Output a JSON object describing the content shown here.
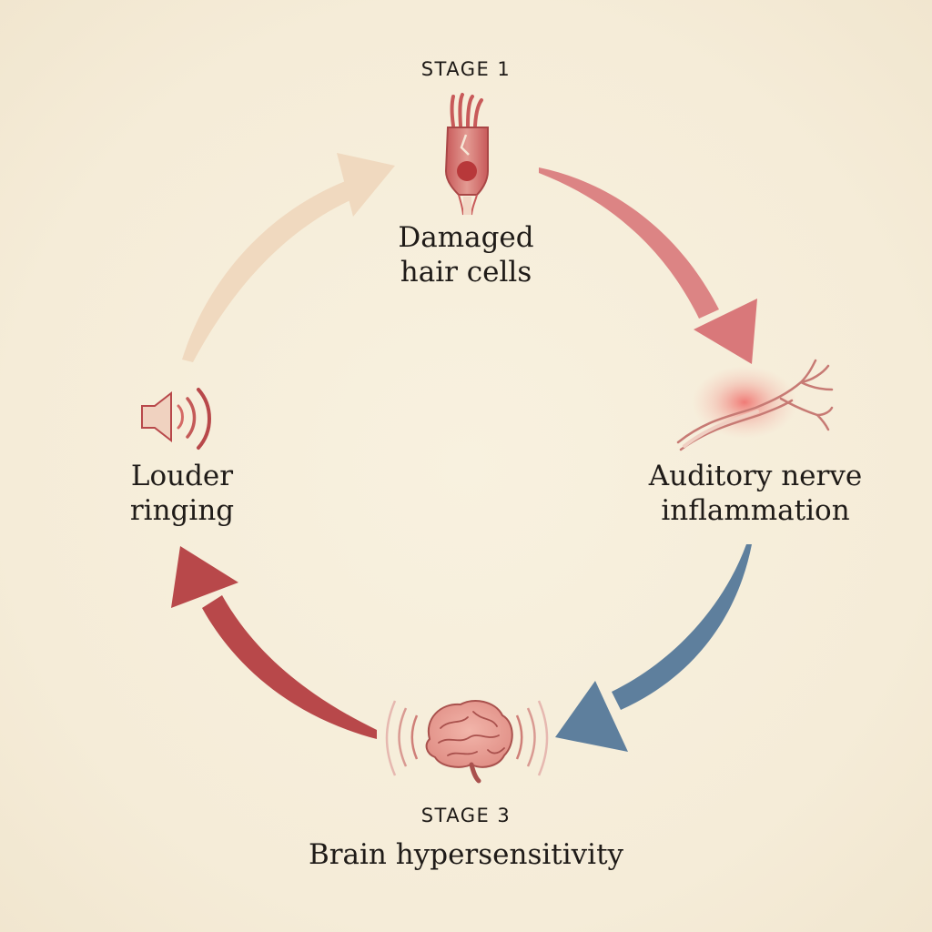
{
  "colors": {
    "background": "#f6eedb",
    "arrow_peach": "#f0d9bf",
    "arrow_pink": "#d9787a",
    "arrow_blue": "#5e7f9d",
    "arrow_red": "#b8484a",
    "ink": "#1f1b18",
    "icon_red": "#c2585a",
    "icon_pink": "#e7a39c"
  },
  "nodes": {
    "top": {
      "stage_tag": "STAGE 1",
      "label_line1": "Damaged",
      "label_line2": "hair cells",
      "icon": "hair-cell-icon"
    },
    "right": {
      "label_line1": "Auditory nerve",
      "label_line2": "inflammation",
      "icon": "nerve-icon"
    },
    "bottom": {
      "stage_tag": "STAGE 3",
      "label_line1": "Brain hypersensitivity",
      "icon": "brain-icon"
    },
    "left": {
      "label_line1": "Louder",
      "label_line2": "ringing",
      "icon": "speaker-icon"
    }
  }
}
